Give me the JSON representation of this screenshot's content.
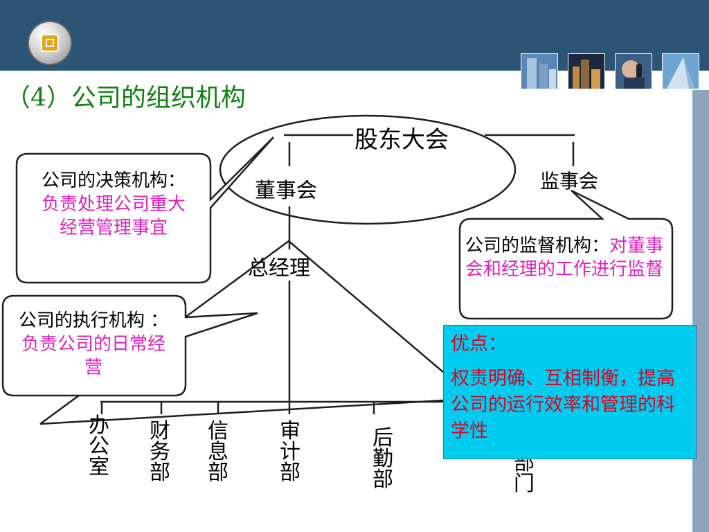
{
  "title": "（4）公司的组织机构",
  "nodes": {
    "shareholders": "股东大会",
    "board": "董事会",
    "supervisors": "监事会",
    "manager": "总经理"
  },
  "callouts": {
    "decision": {
      "black": "公司的决策机构：",
      "magenta": "负责处理公司重大经营管理事宜"
    },
    "execution": {
      "black": "公司的执行机构 ：",
      "magenta": "负责公司的日常经营"
    },
    "supervision": {
      "black": "公司的监督机构：",
      "magenta": "对董事会和经理的工作进行监督"
    }
  },
  "departments": [
    "办公室",
    "财务部",
    "信息部",
    "审计部",
    "后勤部",
    "其他部门"
  ],
  "advantages": {
    "heading": "优点：",
    "body": "权责明确、互相制衡，提高公司的运行效率和管理的科学性"
  },
  "colors": {
    "header_bar": "#2b5475",
    "title_green": "#108010",
    "magenta_text": "#e020c0",
    "advantage_box": "#00ccf0",
    "advantage_text": "#e00020"
  },
  "icons": [
    "app-logo-icon",
    "skyscraper-photo-icon",
    "city-night-photo-icon",
    "phone-call-photo-icon",
    "glass-tower-photo-icon"
  ]
}
